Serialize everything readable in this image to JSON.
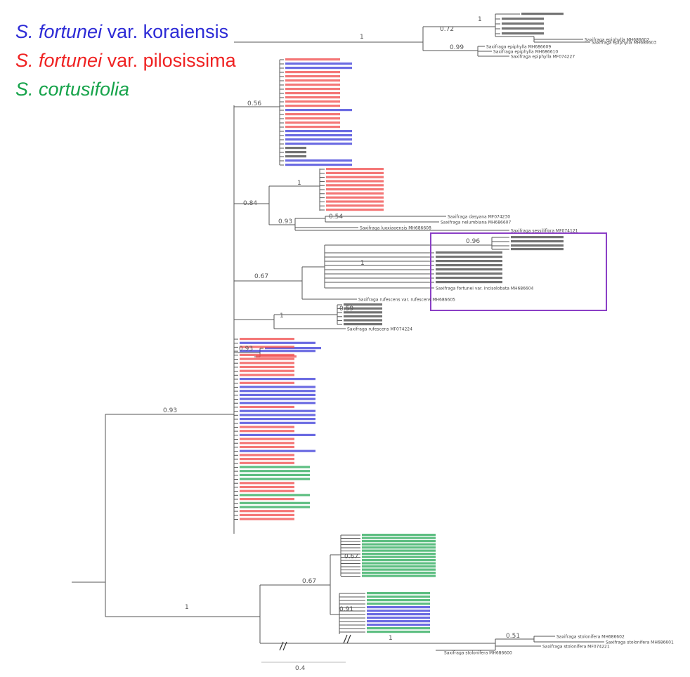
{
  "legend": [
    {
      "italic": "S. fortunei",
      "rest": " var. koraiensis",
      "color": "#2d2bd6"
    },
    {
      "italic": "S. fortunei",
      "rest": " var. pilosissima",
      "color": "#ef2222"
    },
    {
      "italic": "S. cortusifolia",
      "rest": "",
      "color": "#16a34a"
    }
  ],
  "colors": {
    "koraiensis": "#3a3ad8",
    "pilosissima": "#f04a4a",
    "cortusifolia": "#27a857",
    "other": "#444444",
    "box": "#8b3fc6",
    "line": "#555555"
  },
  "support": {
    "epiphylla_clade": "1",
    "epiphylla_sub1": "0.72",
    "epiphylla_sub2": "1",
    "epiphylla_sub3": "0.99",
    "upper_clade": "0.56",
    "pilos_clade": "1",
    "mid_clade": "0.84",
    "dasyana_clade": "0.93",
    "dasyana_sub": "0.54",
    "alpina_group": "0.67",
    "alpina_clade": "1",
    "alpina_sub": "0.96",
    "rufescens_clade": "1",
    "rufescens_sub": "0.59",
    "kora_pair": "0.93",
    "main_clade": "0.93",
    "basal": "1",
    "cortus_clade": "0.67",
    "cortus_sub": "0.67",
    "lower_sub": "0.91",
    "outgroup_inner": "1",
    "outgroup_tip": "0.51"
  },
  "scale": "0.4",
  "named_labels": {
    "ep1": "Saxifraga epiphylla MH686602",
    "ep2": "Saxifraga epiphylla MH686603",
    "ep3": "Saxifraga epiphylla MH686609",
    "ep4": "Saxifraga epiphylla MH686610",
    "ep5": "Saxifraga epiphylla MF074227",
    "das1": "Saxifraga dasyana MF074230",
    "das2": "Saxifraga nelumbiana MH686607",
    "das3": "Saxifraga luoxiaoensis MH686608",
    "das4": "Saxifraga sessiliflora MF074121",
    "alp_last": "Saxifraga fortunei var. incisolobata MH686604",
    "ruf1": "Saxifraga rufescens var. rufescens MH686605",
    "ruf2": "Saxifraga rufescens MF074224",
    "og1": "Saxifraga stolonifera MH686602",
    "og2": "Saxifraga stolonifera MH686601",
    "og3": "Saxifraga stolonifera MF074221",
    "og4": "Saxifraga stolonifera MH686600"
  }
}
